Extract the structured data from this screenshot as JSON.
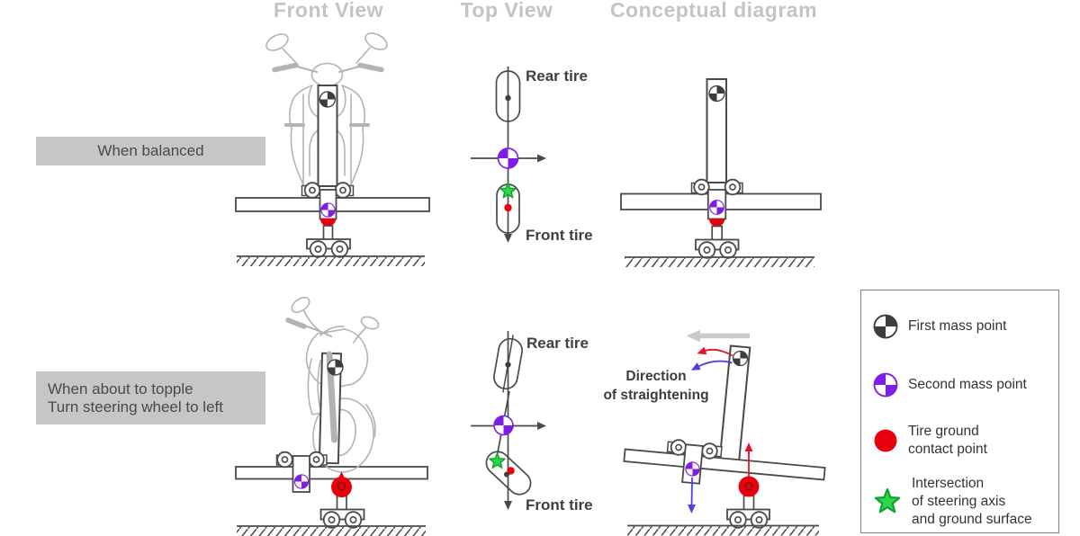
{
  "headers": {
    "front_view": "Front View",
    "top_view": "Top View",
    "conceptual": "Conceptual diagram"
  },
  "row1": {
    "label": "When balanced"
  },
  "row2": {
    "label_line1": "When about to topple",
    "label_line2": "Turn steering wheel to left"
  },
  "tire_labels": {
    "rear": "Rear tire",
    "front": "Front tire"
  },
  "direction_note": {
    "line1": "Direction",
    "line2": "of straightening"
  },
  "legend": {
    "item1": {
      "label": "First mass point"
    },
    "item2": {
      "label": "Second mass point"
    },
    "item3": {
      "line1": "Tire ground",
      "line2": "contact point"
    },
    "item4": {
      "line1": "Intersection",
      "line2": "of steering axis",
      "line3": "and ground surface"
    }
  },
  "colors": {
    "first_mass_point": "#3d3d3d",
    "second_mass_point": "#7e1de6",
    "tire_contact_red": "#e8000d",
    "intersection_green": "#2fd64b",
    "structure_line": "#4a4a4a",
    "motorcycle_sketch": "#b3b3b3",
    "header_gray": "#c4c4c4",
    "label_box_gray": "#c6c6c6",
    "straighten_red_arrow": "#e8102a",
    "straighten_blue_arrow": "#5142e0",
    "topple_gray_arrow": "#c9c9c9"
  }
}
